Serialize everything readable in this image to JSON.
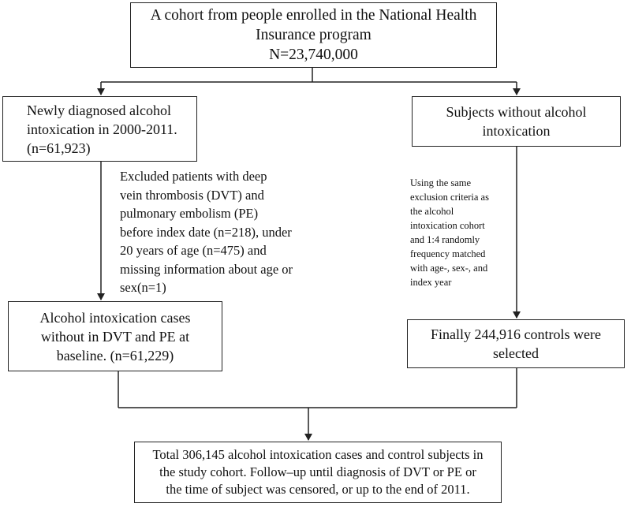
{
  "flowchart": {
    "top_box": {
      "lines": [
        "A cohort from people enrolled in the National Health",
        "Insurance program",
        "N=23,740,000"
      ]
    },
    "left_box": {
      "lines": [
        "Newly diagnosed alcohol",
        "intoxication in 2000-2011.",
        "(n=61,923)"
      ]
    },
    "right_box": {
      "lines": [
        "Subjects without alcohol",
        "intoxication"
      ]
    },
    "left_note": {
      "lines": [
        "Excluded patients with deep",
        "vein thrombosis (DVT) and",
        "pulmonary embolism (PE)",
        "before index date (n=218), under",
        "20 years of age (n=475) and",
        "missing information about age or",
        "sex(n=1)"
      ]
    },
    "right_note": {
      "lines": [
        "Using the same",
        "exclusion criteria as",
        "the alcohol",
        "intoxication cohort",
        "and 1:4 randomly",
        "frequency matched",
        "with age-, sex-, and",
        "index year"
      ]
    },
    "left_result": {
      "lines": [
        "Alcohol intoxication cases",
        "without in DVT and PE at",
        "baseline. (n=61,229)"
      ]
    },
    "right_result": {
      "lines": [
        "Finally 244,916 controls were",
        "selected"
      ]
    },
    "bottom_box": {
      "lines": [
        "Total 306,145 alcohol intoxication cases and control subjects in",
        "the study cohort. Follow–up until diagnosis of DVT or PE or",
        "the time of subject was censored, or up to the end of 2011."
      ]
    }
  }
}
